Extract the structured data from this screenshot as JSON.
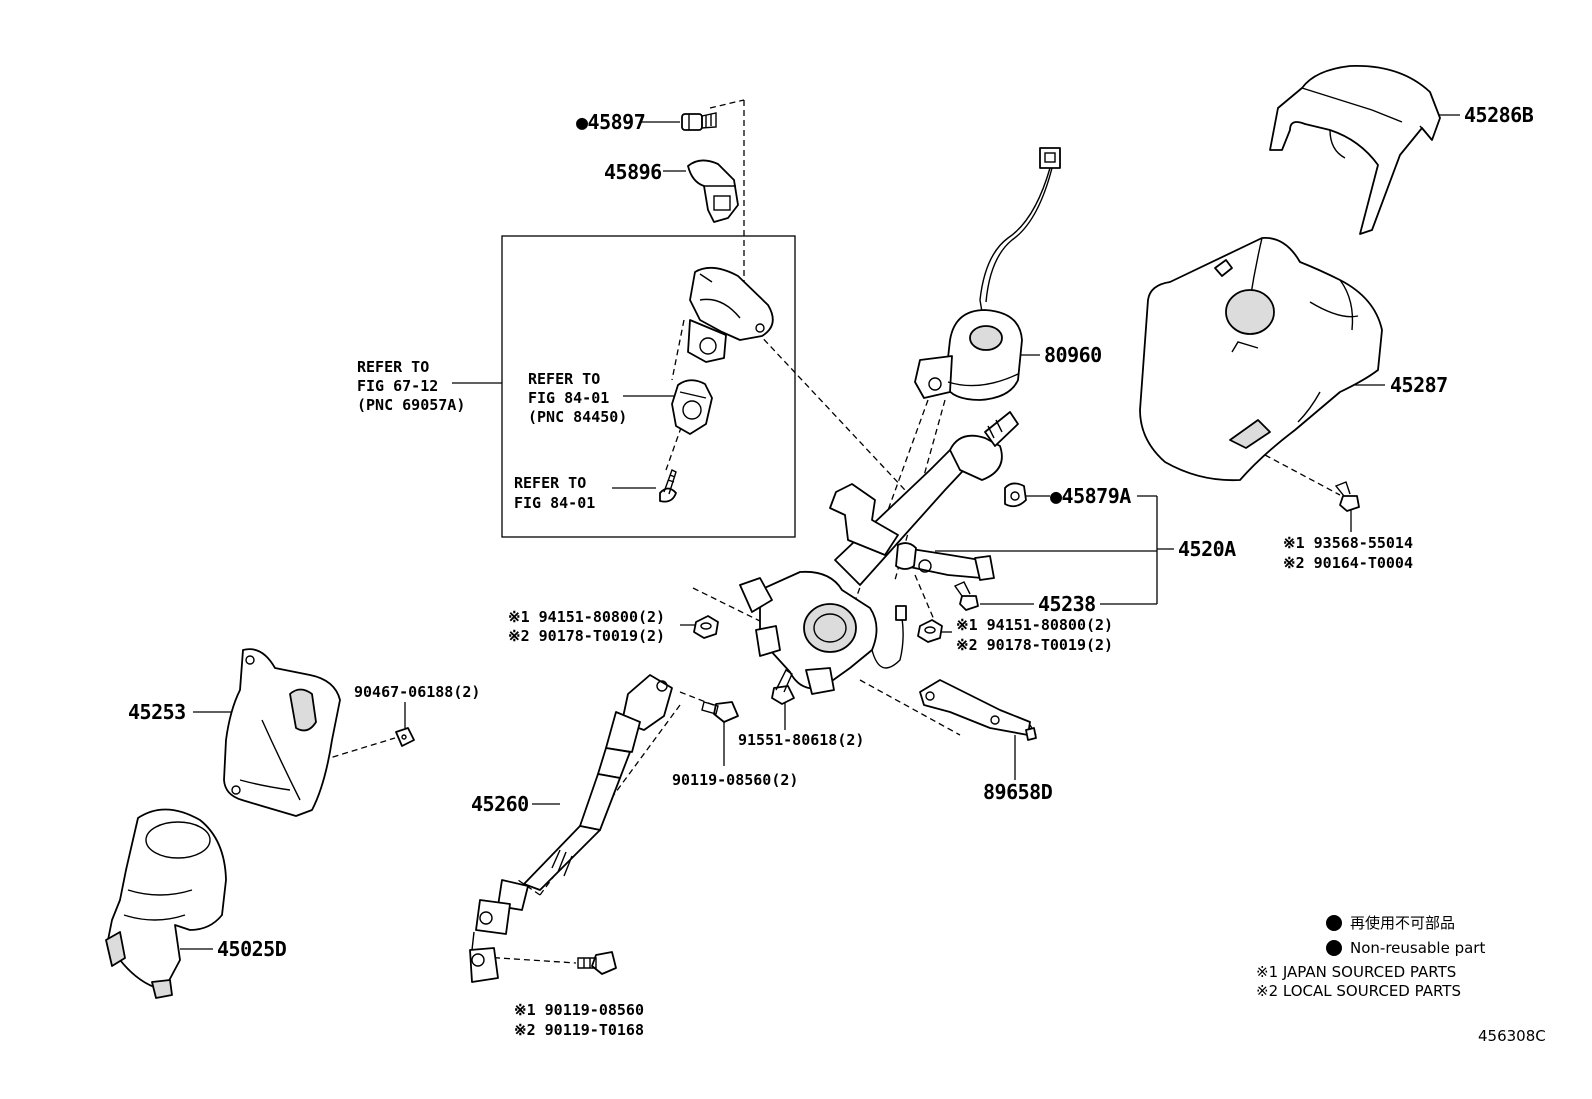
{
  "parts": {
    "p45897": "●45897",
    "p45896": "45896",
    "p45286b": "45286B",
    "p80960": "80960",
    "p45287": "45287",
    "p45879a": "●45879A",
    "p4520a": "4520A",
    "p45238": "45238",
    "p45253": "45253",
    "p45260": "45260",
    "p45025d": "45025D",
    "p89658d": "89658D"
  },
  "refs": {
    "fig6712": [
      "REFER TO",
      "FIG 67-12",
      "(PNC 69057A)"
    ],
    "fig8401a": [
      "REFER TO",
      "FIG 84-01",
      "(PNC 84450)"
    ],
    "fig8401b": [
      "REFER TO",
      "FIG 84-01"
    ]
  },
  "numbers": {
    "n93568": "※1 93568-55014",
    "n90164": "※2 90164-T0004",
    "n94151_left": "※1 94151-80800(2)",
    "n90178_left": "※2 90178-T0019(2)",
    "n94151_right": "※1 94151-80800(2)",
    "n90178_right": "※2 90178-T0019(2)",
    "n90467": "90467-06188(2)",
    "n91551": "91551-80618(2)",
    "n90119_08560_2": "90119-08560(2)",
    "n90119_08560": "※1 90119-08560",
    "n90119_t0168": "※2 90119-T0168"
  },
  "legend": {
    "jp": "再使用不可部品",
    "en": "Non-reusable part",
    "s1": "※1 JAPAN SOURCED PARTS",
    "s2": "※2 LOCAL SOURCED PARTS"
  },
  "diagram_id": "456308C"
}
